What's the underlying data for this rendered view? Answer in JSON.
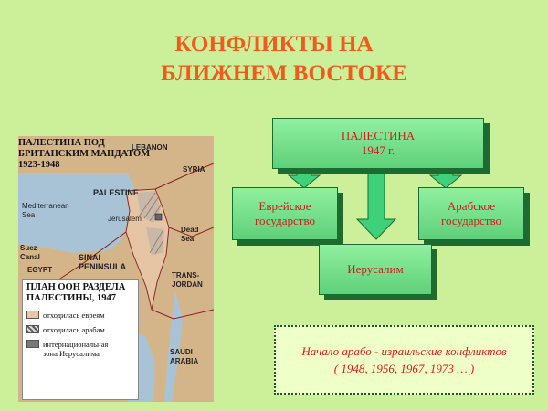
{
  "title": {
    "line1": "КОНФЛИКТЫ НА",
    "line2": "БЛИЖНЕМ ВОСТОКЕ"
  },
  "map": {
    "heading": "ПАЛЕСТИНА ПОД\nБРИТАНСКИМ МАНДАТОМ\n1923-1948",
    "labels": {
      "lebanon": "LEBANON",
      "syria": "SYRIA",
      "palestine": "PALESTINE",
      "med": "Mediterranean\nSea",
      "jerusalem": "Jerusalem",
      "dead_sea": "Dead\nSea",
      "suez": "Suez\nCanal",
      "egypt": "EGYPT",
      "sinai": "SINAI\nPENINSULA",
      "transjordan": "TRANS-\nJORDAN",
      "saudi": "SAUDI\nARABIA"
    },
    "legend": {
      "title": "ПЛАН ООН РАЗДЕЛА\nПАЛЕСТИНЫ, 1947",
      "items": [
        {
          "label": "отходилась евреям",
          "swatch": "jewish"
        },
        {
          "label": "отходилась арабам",
          "swatch": "arab"
        },
        {
          "label": "интернациональная\nзона Иерусалима",
          "swatch": "international"
        }
      ]
    },
    "colors": {
      "sea": "#a8c4d8",
      "land": "#d9b98f",
      "jewish": "#e8c7a8",
      "arab_hatch": "#5a5a5a",
      "border": "#9a2020"
    }
  },
  "diagram": {
    "top": {
      "line1": "ПАЛЕСТИНА",
      "line2": "1947 г."
    },
    "left": {
      "line1": "Еврейское",
      "line2": "государство"
    },
    "right": {
      "line1": "Арабское",
      "line2": "государство"
    },
    "middle": "Иерусалим",
    "box_color": "#6fdc88",
    "text_color": "#d21c1c"
  },
  "note": {
    "line1": "Начало арабо - израильские конфликтов",
    "line2": "( 1948, 1956, 1967, 1973 … )"
  }
}
